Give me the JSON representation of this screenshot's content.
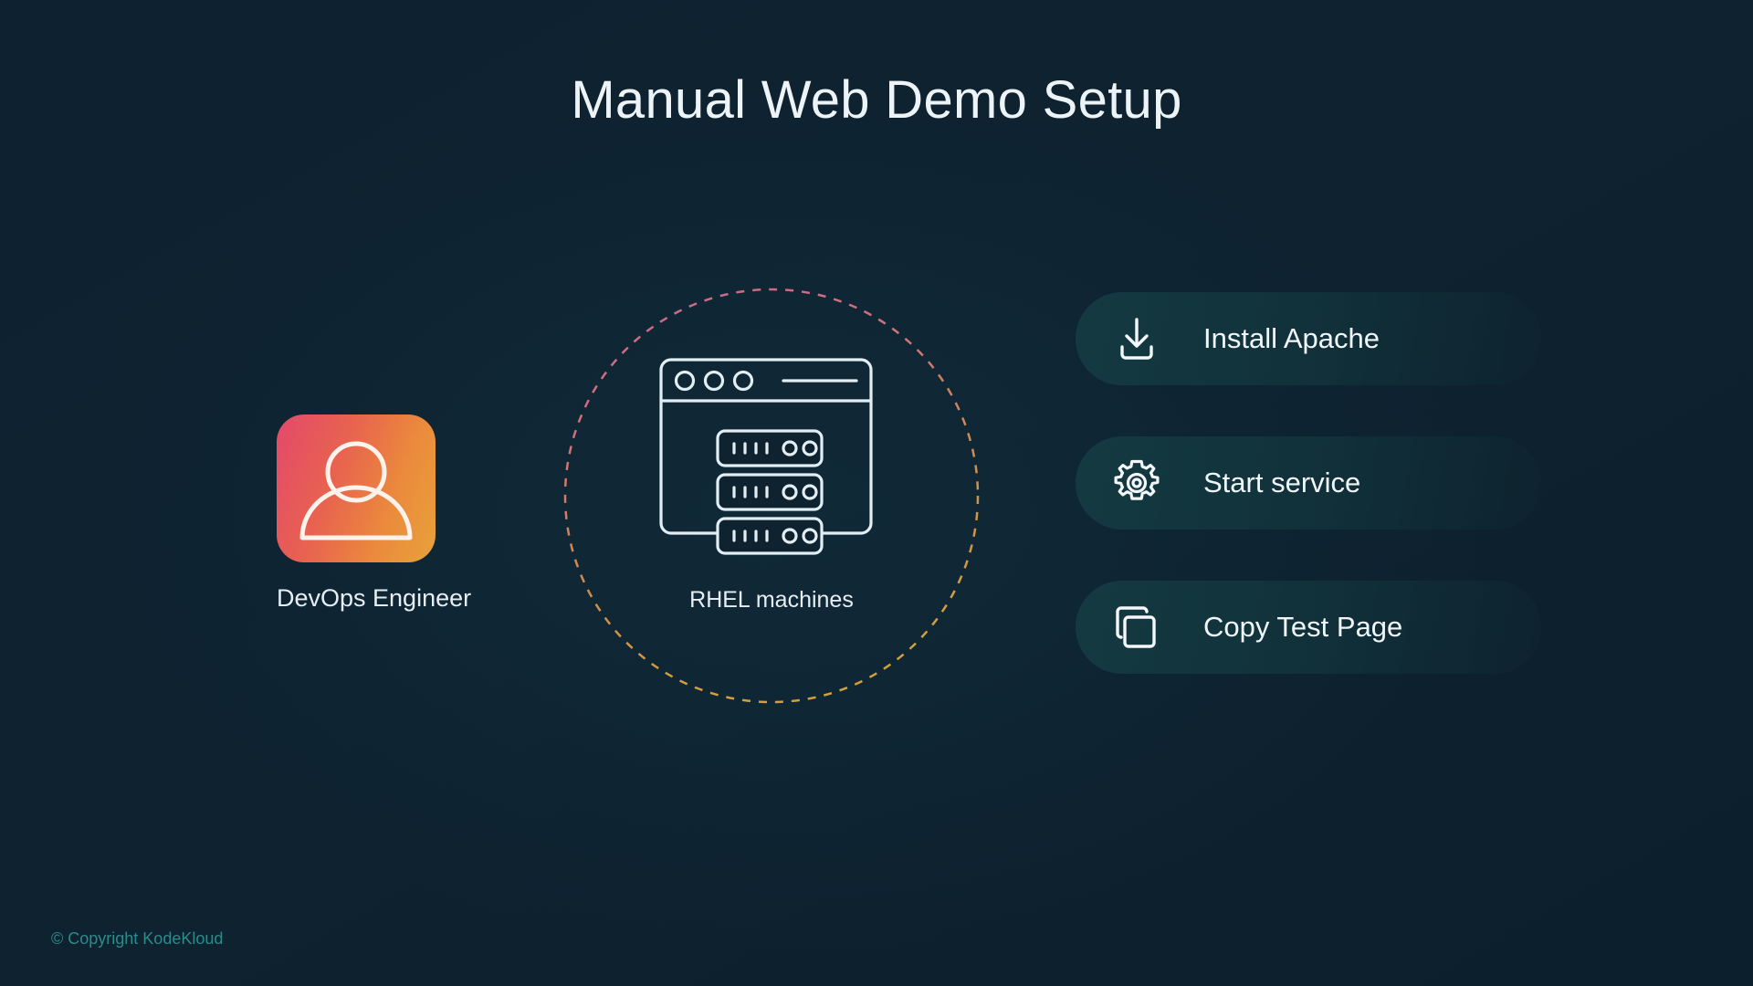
{
  "slide": {
    "title": "Manual Web Demo Setup",
    "background_color": "#0e2230"
  },
  "persona": {
    "label": "DevOps Engineer",
    "icon": "user-avatar-icon",
    "gradient_from": "#e3496b",
    "gradient_to": "#e7a23a"
  },
  "center": {
    "label": "RHEL machines",
    "icon": "browser-server-rack-icon",
    "circle": {
      "style": "dashed",
      "gradient_from": "#d4697f",
      "gradient_to": "#d99b3c"
    }
  },
  "steps": [
    {
      "label": "Install Apache",
      "icon": "download-icon"
    },
    {
      "label": "Start service",
      "icon": "gear-icon"
    },
    {
      "label": "Copy Test Page",
      "icon": "copy-icon"
    }
  ],
  "footer": {
    "copyright": "© Copyright KodeKloud",
    "color": "#2e8b8b"
  }
}
